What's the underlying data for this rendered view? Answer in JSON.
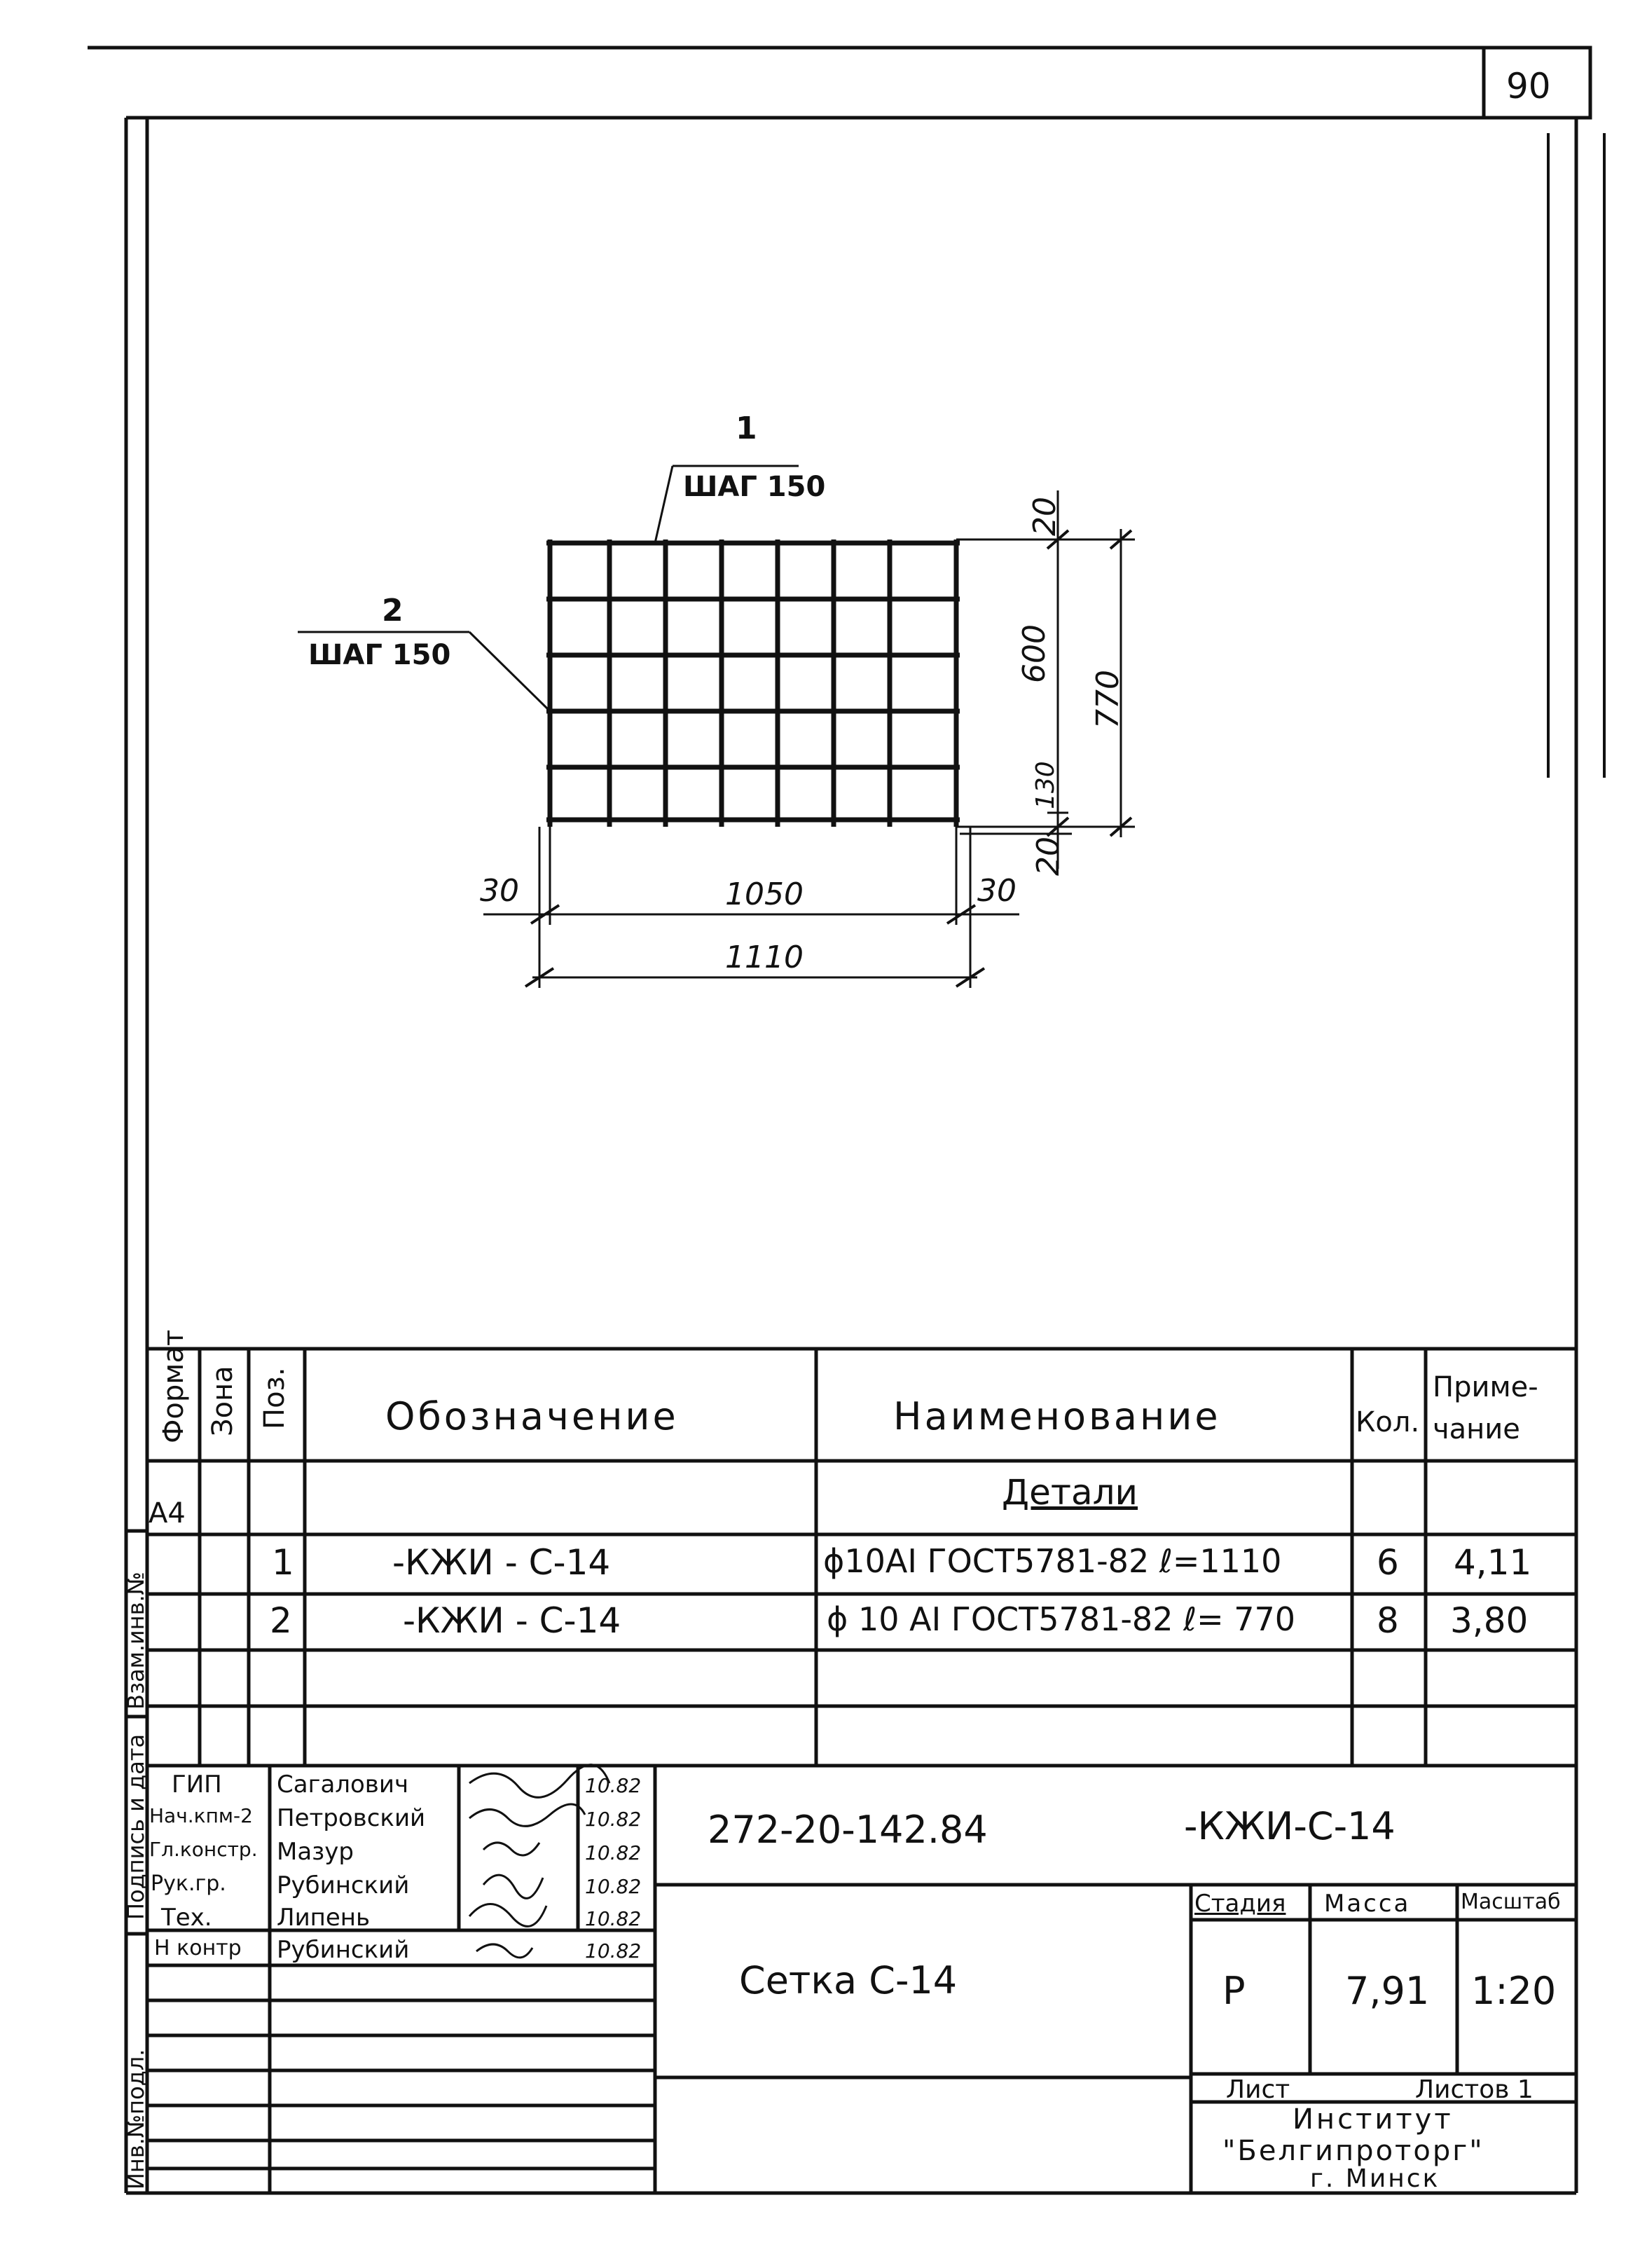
{
  "sheet_number": "90",
  "drawing": {
    "bar1_pos": "1",
    "bar1_step": "ШАГ 150",
    "bar2_pos": "2",
    "bar2_step": "ШАГ 150",
    "dim_left": "30",
    "dim_inner_width": "1050",
    "dim_right": "30",
    "dim_total_width": "1110",
    "dim_top": "20",
    "dim_inner_height": "600",
    "dim_total_height": "770",
    "dim_bottom_gap": "130",
    "dim_bottom": "20"
  },
  "spec_table": {
    "headers": {
      "format": "Формат",
      "zone": "Зона",
      "pos": "Поз.",
      "designation": "Обозначение",
      "name": "Наименование",
      "qty": "Кол.",
      "note_line1": "Приме-",
      "note_line2": "чание"
    },
    "format_value": "А4",
    "section_title": "Детали",
    "rows": [
      {
        "pos": "1",
        "designation": "-КЖИ - С-14",
        "name": "ϕ10АI ГОСТ5781-82 ℓ=1110",
        "qty": "6",
        "note": "4,11"
      },
      {
        "pos": "2",
        "designation": "-КЖИ - С-14",
        "name": "ϕ 10 АI ГОСТ5781-82 ℓ= 770",
        "qty": "8",
        "note": "3,80"
      }
    ]
  },
  "side_labels": {
    "vzam": "Взам.инв.№",
    "podpis": "Подпись и дата",
    "inv": "Инв.№подл."
  },
  "title_block": {
    "personnel": [
      {
        "role": "ГИП",
        "name": "Сагалович",
        "date": "10.82"
      },
      {
        "role": "Нач.кпм-2",
        "name": "Петровский",
        "date": "10.82"
      },
      {
        "role": "Гл.констр.",
        "name": "Мазур",
        "date": "10.82"
      },
      {
        "role": "Рук.гр.",
        "name": "Рубинский",
        "date": "10.82"
      },
      {
        "role": "Тех.",
        "name": "Липень",
        "date": "10.82"
      },
      {
        "role": "Н контр",
        "name": "Рубинский",
        "date": "10.82"
      }
    ],
    "doc_code": "272-20-142.84",
    "doc_mark": "-КЖИ-С-14",
    "item_title": "Сетка С-14",
    "stage_label": "Стадия",
    "mass_label": "Масса",
    "scale_label": "Масштаб",
    "stage_value": "Р",
    "mass_value": "7,91",
    "scale_value": "1:20",
    "sheet_label": "Лист",
    "sheets_label": "Листов 1",
    "org_line1": "Институт",
    "org_line2": "\"Белгипроторг\"",
    "org_line3": "г. Минск"
  }
}
